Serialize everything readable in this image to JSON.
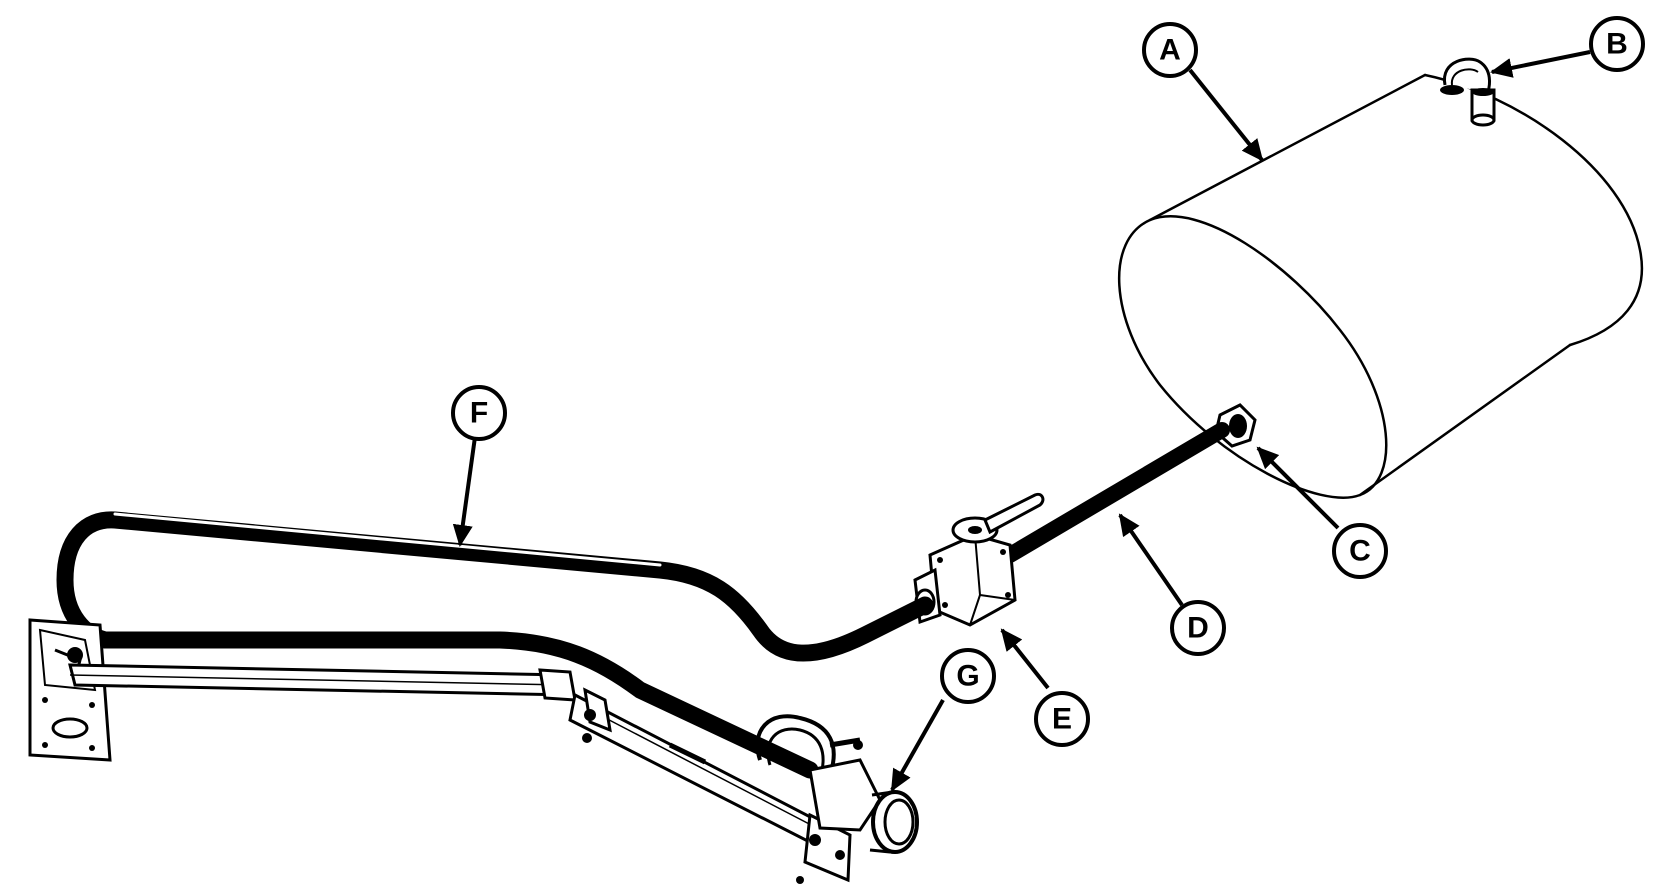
{
  "diagram": {
    "line_color": "#000000",
    "background": "#ffffff",
    "callouts": [
      {
        "id": "A",
        "label": "A"
      },
      {
        "id": "B",
        "label": "B"
      },
      {
        "id": "C",
        "label": "C"
      },
      {
        "id": "D",
        "label": "D"
      },
      {
        "id": "E",
        "label": "E"
      },
      {
        "id": "F",
        "label": "F"
      },
      {
        "id": "G",
        "label": "G"
      }
    ]
  }
}
